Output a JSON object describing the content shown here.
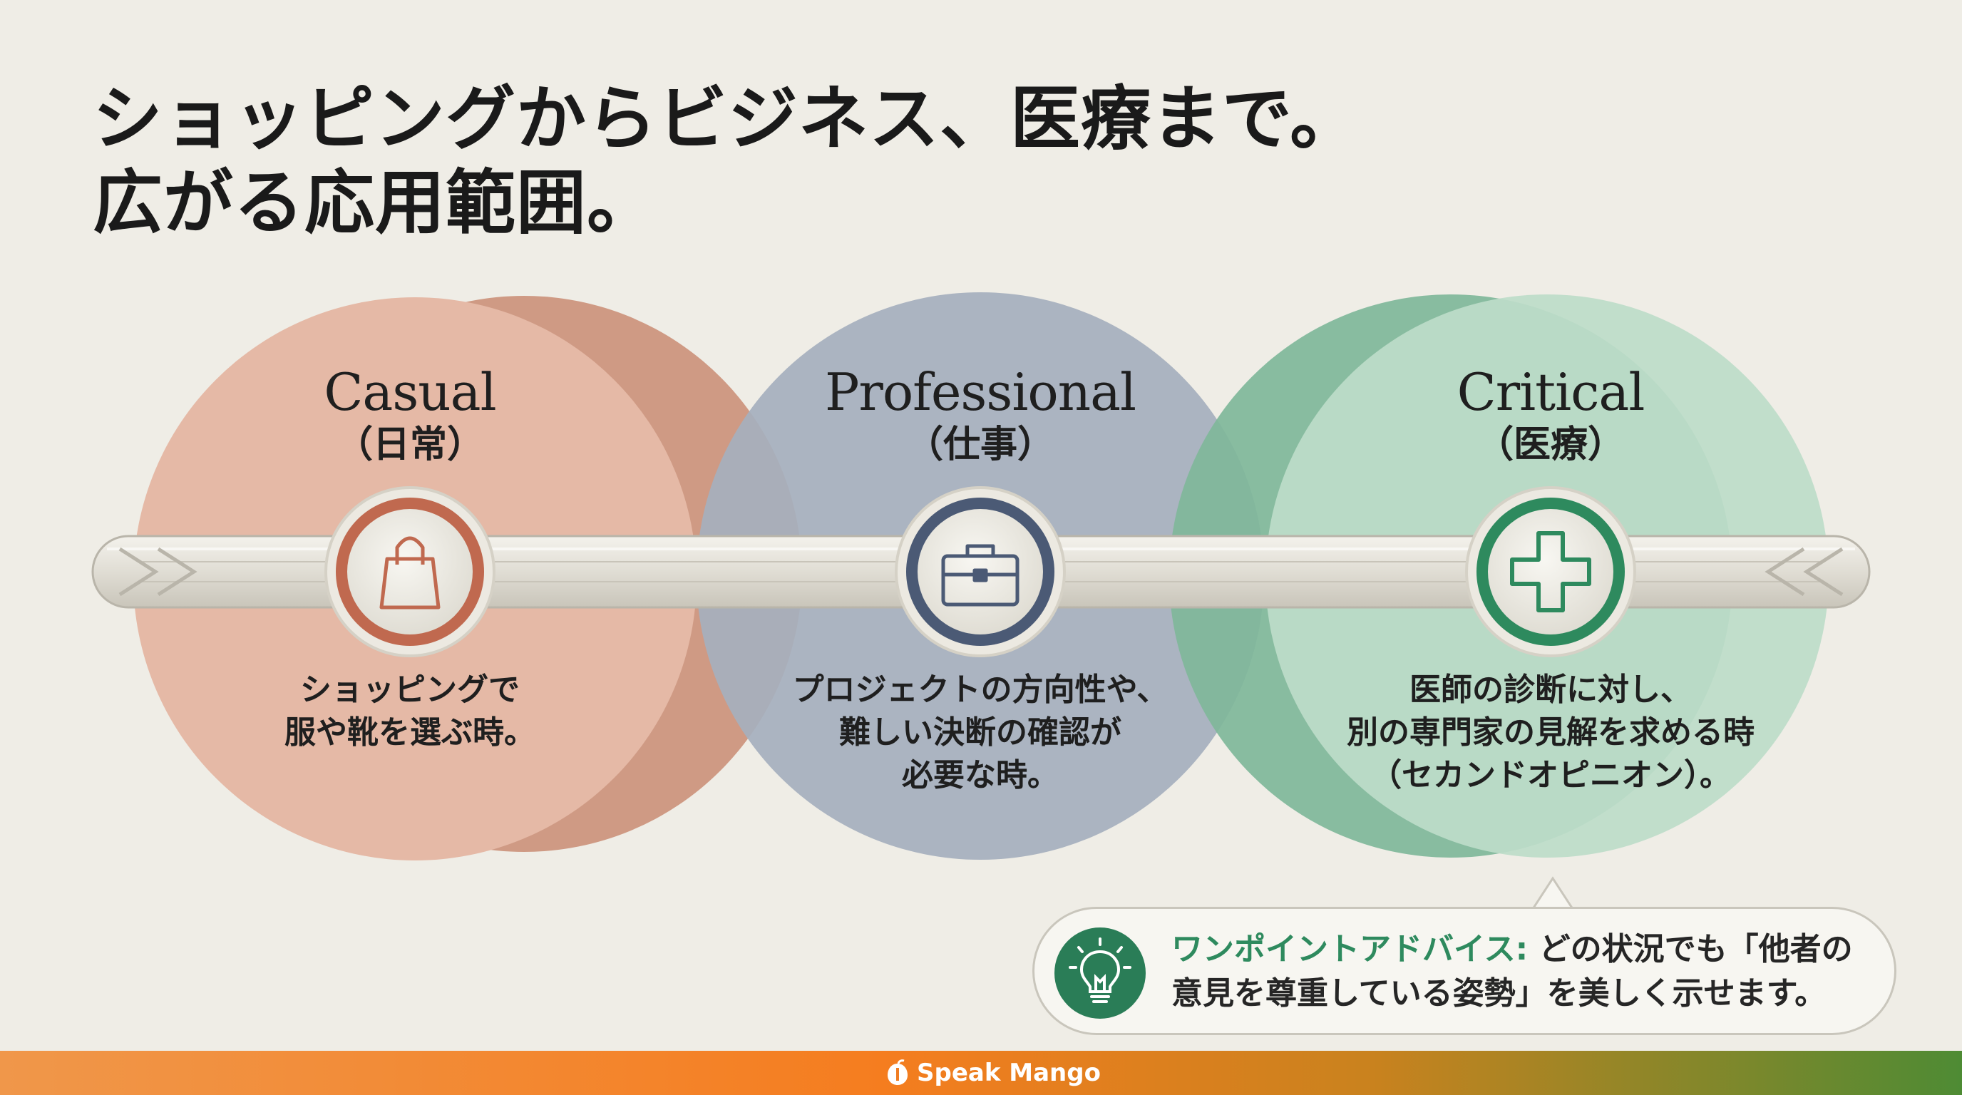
{
  "title": {
    "line1": "ショッピングからビジネス、医療まで。",
    "line2": "広がる応用範囲。"
  },
  "categories": [
    {
      "name": "Casual",
      "name_jp": "（日常）",
      "icon": "shopping-bag-icon",
      "color": "#c0694f",
      "description": [
        "ショッピングで",
        "服や靴を選ぶ時。"
      ]
    },
    {
      "name": "Professional",
      "name_jp": "（仕事）",
      "icon": "briefcase-icon",
      "color": "#4b5a75",
      "description": [
        "プロジェクトの方向性や、",
        "難しい決断の確認が",
        "必要な時。"
      ]
    },
    {
      "name": "Critical",
      "name_jp": "（医療）",
      "icon": "medical-cross-icon",
      "color": "#2e8a5e",
      "description": [
        "医師の診断に対し、",
        "別の専門家の見解を求める時",
        "（セカンドオピニオン）。"
      ]
    }
  ],
  "tip": {
    "label": "ワンポイントアドバイス:",
    "text_line1": "どの状況でも「他者の",
    "text_line2": "意見を尊重している姿勢」を美しく示せます。",
    "icon": "lightbulb-icon"
  },
  "footer": {
    "brand": "Speak Mango",
    "logo_icon": "mango-logo-icon"
  },
  "colors": {
    "background": "#efede6",
    "casual": "#e3b3a0",
    "professional": "#a7b1bf",
    "critical": "#b8d9c4",
    "accent_green": "#2e8a5e"
  }
}
